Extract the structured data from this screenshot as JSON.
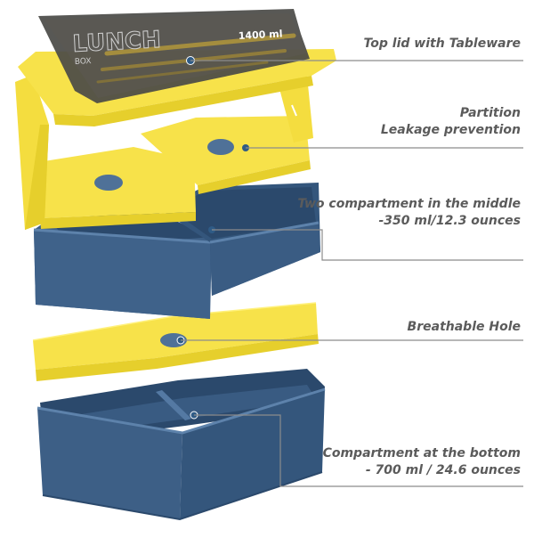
{
  "product": {
    "lid_brand_text": "LUNCH",
    "lid_sub_text": "BOX",
    "lid_capacity_text": "1400 ml"
  },
  "callouts": {
    "lid": {
      "line1": "Top lid with Tableware"
    },
    "partition": {
      "line1": "Partition",
      "line2": "Leakage prevention"
    },
    "middle": {
      "line1": "Two compartment in the middle",
      "line2": "-350 ml/12.3 ounces"
    },
    "hole": {
      "line1": "Breathable Hole"
    },
    "bottom": {
      "line1": "Compartment at the bottom",
      "line2": "- 700 ml / 24.6 ounces"
    }
  },
  "colors": {
    "yellow": "#f7e24a",
    "yellow_dark": "#e6cf2c",
    "blue": "#3d5f86",
    "blue_dark": "#2c4a6e",
    "blue_light": "#4f739b",
    "lid_window": "#4a4a46",
    "callout_line": "#8c8c8c",
    "callout_text": "#5b5b5b",
    "dot": "#2f5b86"
  }
}
